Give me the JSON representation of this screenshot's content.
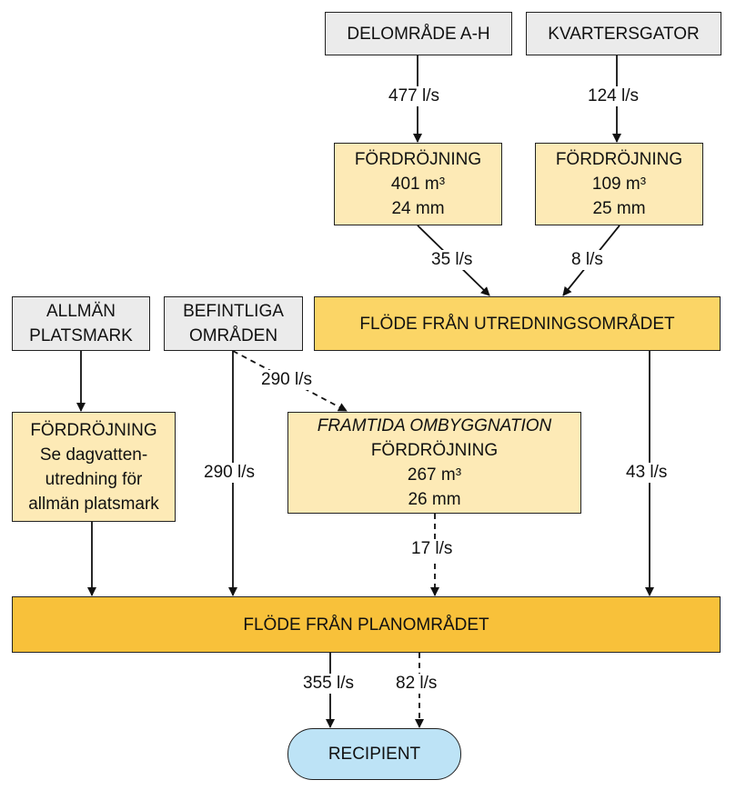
{
  "colors": {
    "grey_box": "#ebebeb",
    "light_yellow_box": "#fdeab6",
    "yellow_box": "#fbd566",
    "orange_box": "#f8c13a",
    "recipient_box": "#bde3f6",
    "line": "#111111"
  },
  "sources": {
    "delomrade": "DELOMRÅDE A-H",
    "kvartersgator": "KVARTERSGATOR",
    "allman_line1": "ALLMÄN",
    "allman_line2": "PLATSMARK",
    "befintliga_line1": "BEFINTLIGA",
    "befintliga_line2": "OMRÅDEN"
  },
  "retention": {
    "a": {
      "title": "FÖRDRÖJNING",
      "volume": "401 m³",
      "depth": "24 mm"
    },
    "b": {
      "title": "FÖRDRÖJNING",
      "volume": "109 m³",
      "depth": "25 mm"
    },
    "allman": {
      "title": "FÖRDRÖJNING",
      "line2": "Se dagvatten-",
      "line3": "utredning för",
      "line4": "allmän platsmark"
    },
    "framtida": {
      "subtitle": "FRAMTIDA OMBYGGNATION",
      "title": "FÖRDRÖJNING",
      "volume": "267 m³",
      "depth": "26 mm"
    }
  },
  "flows": {
    "utredning_box": "FLÖDE FRÅN UTREDNINGSOMRÅDET",
    "plan_box": "FLÖDE FRÅN PLANOMRÅDET",
    "recipient": "RECIPIENT"
  },
  "rates": {
    "delomrade_in": "477 l/s",
    "kvarter_in": "124 l/s",
    "a_out": "35 l/s",
    "b_out": "8 l/s",
    "befintliga_diag": "290 l/s",
    "befintliga_down": "290 l/s",
    "utredning_down": "43 l/s",
    "framtida_out": "17 l/s",
    "plan_solid": "355 l/s",
    "plan_dashed": "82 l/s"
  }
}
